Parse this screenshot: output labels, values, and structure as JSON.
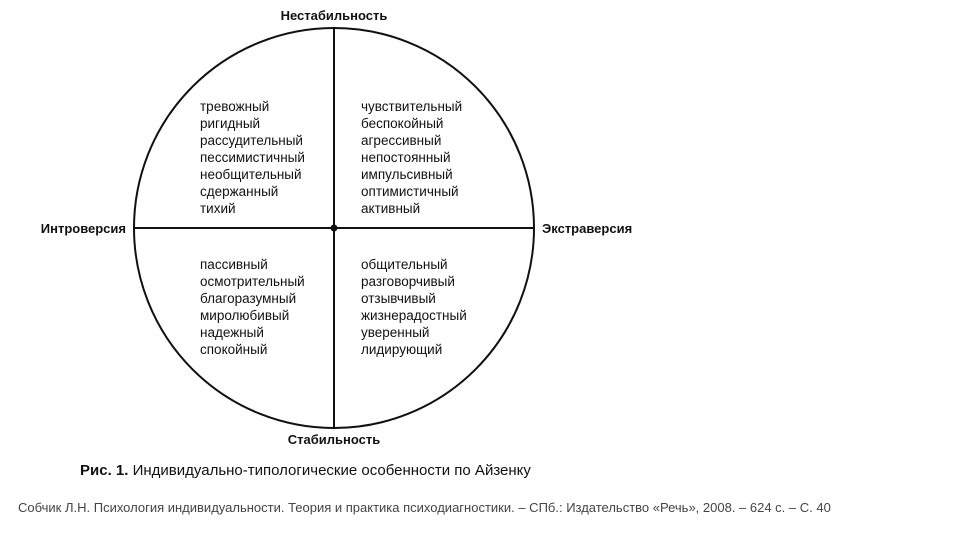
{
  "axes": {
    "top": "Нестабильность",
    "bottom": "Стабильность",
    "left": "Интроверсия",
    "right": "Экстраверсия"
  },
  "quadrants": {
    "top_left": [
      "тревожный",
      "ригидный",
      "рассудительный",
      "пессимистичный",
      "необщительный",
      "сдержанный",
      "тихий"
    ],
    "top_right": [
      "чувствительный",
      "беспокойный",
      "агрессивный",
      "непостоянный",
      "импульсивный",
      "оптимистичный",
      "активный"
    ],
    "bottom_left": [
      "пассивный",
      "осмотрительный",
      "благоразумный",
      "миролюбивый",
      "надежный",
      "спокойный"
    ],
    "bottom_right": [
      "общительный",
      "разговорчивый",
      "отзывчивый",
      "жизнерадостный",
      "уверенный",
      "лидирующий"
    ]
  },
  "caption": {
    "number": "Рис. 1.",
    "text": "Индивидуально-типологические особенности по Айзенку"
  },
  "source": "Собчик Л.Н. Психология индивидуальности. Теория и практика психодиагностики. – СПб.: Издательство «Речь», 2008. – 624 с. – С. 40",
  "colors": {
    "ink": "#111111",
    "source_text": "#444444",
    "background": "#ffffff"
  }
}
